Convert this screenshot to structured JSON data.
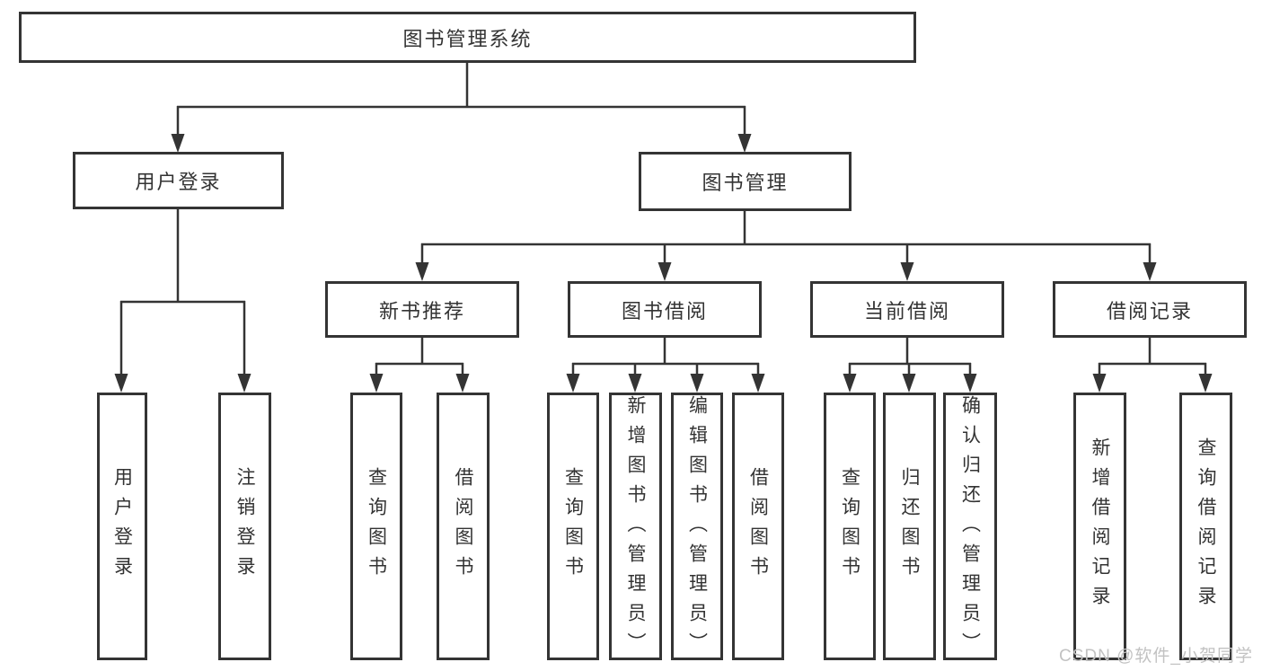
{
  "diagram_title": "图书管理系统",
  "tree": {
    "root": {
      "label": "图书管理系统",
      "children": [
        {
          "label": "用户登录",
          "children": [
            {
              "label": "用户登录"
            },
            {
              "label": "注销登录"
            }
          ]
        },
        {
          "label": "图书管理",
          "children": [
            {
              "label": "新书推荐",
              "children": [
                {
                  "label": "查询图书"
                },
                {
                  "label": "借阅图书"
                }
              ]
            },
            {
              "label": "图书借阅",
              "children": [
                {
                  "label": "查询图书"
                },
                {
                  "label": "新增图书（管理员）"
                },
                {
                  "label": "编辑图书（管理员）"
                },
                {
                  "label": "借阅图书"
                }
              ]
            },
            {
              "label": "当前借阅",
              "children": [
                {
                  "label": "查询图书"
                },
                {
                  "label": "归还图书"
                },
                {
                  "label": "确认归还（管理员）"
                }
              ]
            },
            {
              "label": "借阅记录",
              "children": [
                {
                  "label": "新增借阅记录"
                },
                {
                  "label": "查询借阅记录"
                }
              ]
            }
          ]
        }
      ]
    }
  },
  "watermark": {
    "text": "CSDN @软件_小贺同学"
  },
  "colors": {
    "line": "#343434",
    "text": "#333333",
    "background": "#ffffff",
    "watermark": "#c2c2c2"
  }
}
